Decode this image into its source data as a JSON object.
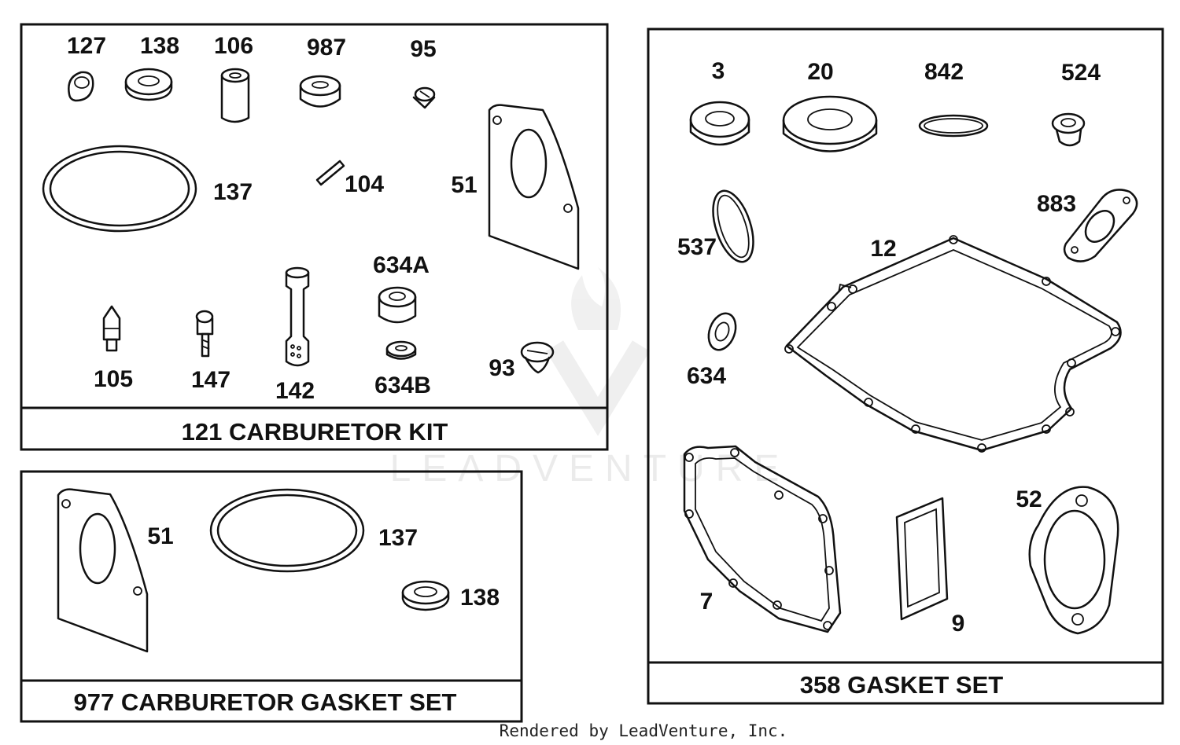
{
  "watermark": {
    "text": "LEADVENTURE"
  },
  "credit": {
    "text": "Rendered by LeadVenture, Inc."
  },
  "panels": {
    "carb_kit": {
      "title": "121 CARBURETOR KIT",
      "labels": {
        "127": "127",
        "138": "138",
        "106": "106",
        "987": "987",
        "95": "95",
        "137": "137",
        "104": "104",
        "51": "51",
        "634A": "634A",
        "105": "105",
        "147": "147",
        "142": "142",
        "634B": "634B",
        "93": "93"
      }
    },
    "carb_gasket": {
      "title": "977 CARBURETOR GASKET SET",
      "labels": {
        "51": "51",
        "137": "137",
        "138": "138"
      }
    },
    "gasket_set": {
      "title": "358 GASKET SET",
      "labels": {
        "3": "3",
        "20": "20",
        "842": "842",
        "524": "524",
        "537": "537",
        "883": "883",
        "12": "12",
        "634": "634",
        "52": "52",
        "7": "7",
        "9": "9"
      }
    }
  }
}
